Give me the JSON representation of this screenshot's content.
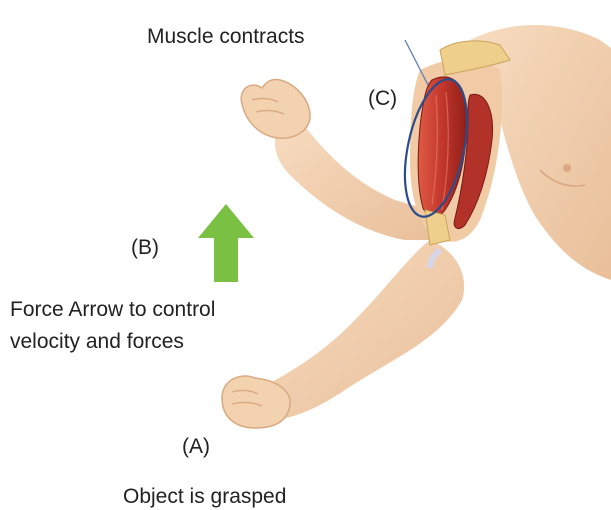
{
  "labels": {
    "muscle_contracts": "Muscle contracts",
    "c": "(C)",
    "b": "(B)",
    "force_arrow": "Force Arrow to control\nvelocity and forces",
    "a": "(A)",
    "object_grasped": "Object is grasped"
  },
  "colors": {
    "skin": "#f3d2b0",
    "skin_shadow": "#e3b690",
    "muscle": "#c2362c",
    "muscle_dark": "#8f1f18",
    "tendon": "#efcf8c",
    "arrow": "#7ac143",
    "ellipse": "#2b4c8c",
    "text": "#222222"
  },
  "icons": {
    "force_arrow": "up-arrow",
    "highlight": "ellipse-outline"
  }
}
